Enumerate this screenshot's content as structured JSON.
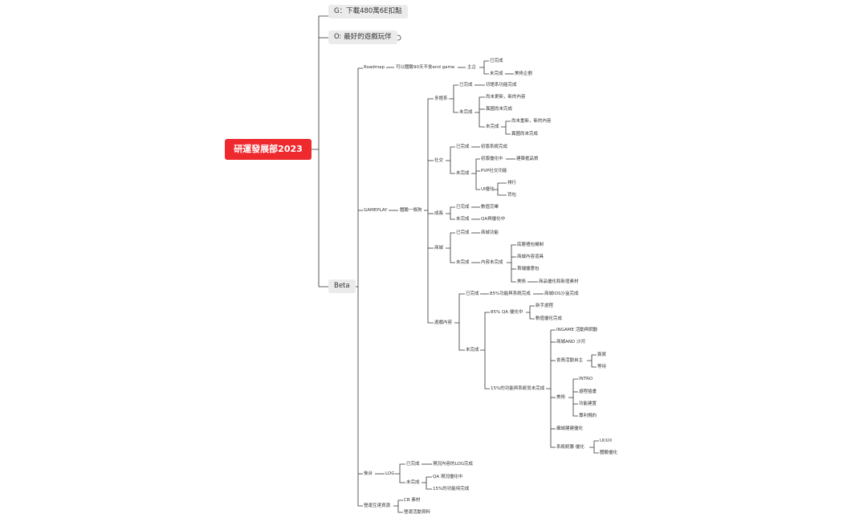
{
  "root": "研運發展部2023",
  "top": {
    "g": "G：下載480萬6E扣點",
    "o": "O: 最好的遊戲玩伴",
    "beta": "Beta"
  },
  "roadmap": {
    "label": "Roadmap",
    "n1": "可以體驗90天不會end game",
    "n2": "主企",
    "done": "已完成",
    "undone": "未完成",
    "undone_child": "美術企劃"
  },
  "gameplay": {
    "label": "GAMEPLAY",
    "n1": "體驗一條狗",
    "multi": {
      "label": "多語系",
      "done": "已完成",
      "done_child": "切語系功能完成",
      "undone": "未完成",
      "u1": "尚未更新，新的內容",
      "u2": "異國尚未完成",
      "u3": "未完成",
      "u3a": "尚未重新，新的內容",
      "u3b": "異國尚未完成"
    },
    "social": {
      "label": "社交",
      "done": "已完成",
      "done_child": "初版系統完成",
      "undone": "未完成",
      "u1": "初版優化中",
      "u1a": "建築框品質",
      "u2": "PVP社交功能",
      "u3": "UI優化",
      "u3a": "排行",
      "u3b": "背包"
    },
    "growth": {
      "label": "成長",
      "done": "已完成",
      "done_child": "數值完畢",
      "undone": "未完成",
      "undone_child": "QA與優化中"
    },
    "shop": {
      "label": "商城",
      "done": "已完成",
      "done_child": "商城功能",
      "undone": "未完成",
      "u1": "內容未完成",
      "u1a": "底層禮包機制",
      "u1b": "商城內容道具",
      "u1c": "首儲優惠包",
      "u1d": "美術",
      "u1d1": "商品優化和新增素材"
    },
    "content": {
      "label": "遊戲內容",
      "done": "已完成",
      "done_child": "85%功能與系統完成",
      "done_child2": "商城IOS沙盒完成",
      "undone": "未完成",
      "qa": "85% QA 優化中",
      "qa1": "新手遊程",
      "qa2": "數值優化完成",
      "rest": "15%的功能與系統尚未完成",
      "r1": "INGAME 活動與調動",
      "r2": "商城AND 沙河",
      "r3": "會員活動自主",
      "r3a": "簽賞",
      "r3b": "等待",
      "r4": "美術",
      "r4a": "INTRO",
      "r4b": "遊程插畫",
      "r4c": "功能建置",
      "r4d": "專利規約",
      "r5": "攝城建建優化",
      "r6": "系統統籌 優化",
      "r6a": "UI/UX",
      "r6b": "體驗優化"
    }
  },
  "backend": {
    "label": "後台",
    "log": "LOG",
    "done": "已完成",
    "done_child": "現況內容的LOG完成",
    "undone": "未完成",
    "u1": "QA 現況優化中",
    "u2": "15%的功能待完成"
  },
  "ops": {
    "label": "營運互達資源",
    "c1": "CB 素材",
    "c2": "營運活動資料"
  }
}
